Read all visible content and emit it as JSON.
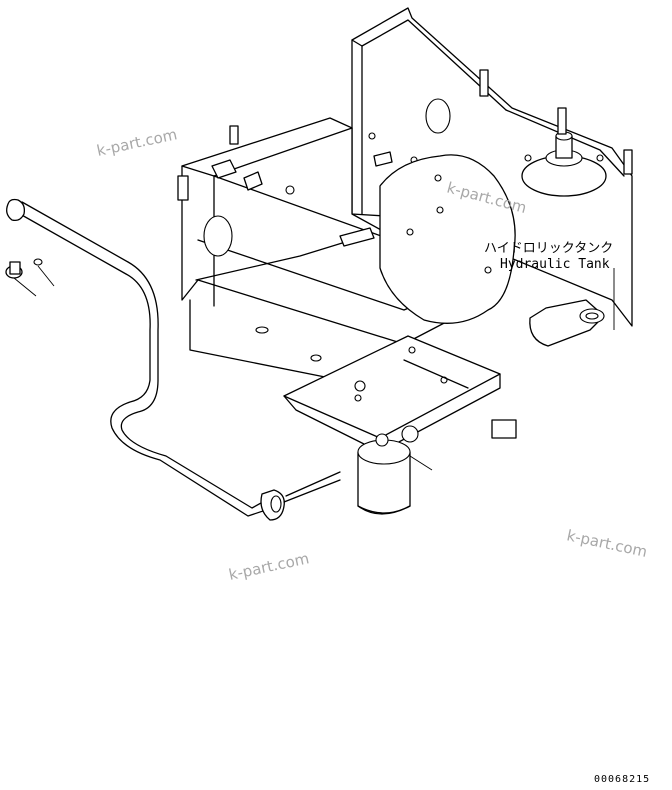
{
  "labels": {
    "tank_jp": "ハイドロリックタンク",
    "tank_en": "Hydraulic Tank"
  },
  "watermarks": [
    "k-part.com",
    "k-part.com",
    "k-part.com",
    "k-part.com"
  ],
  "drawing_number": "00068215"
}
